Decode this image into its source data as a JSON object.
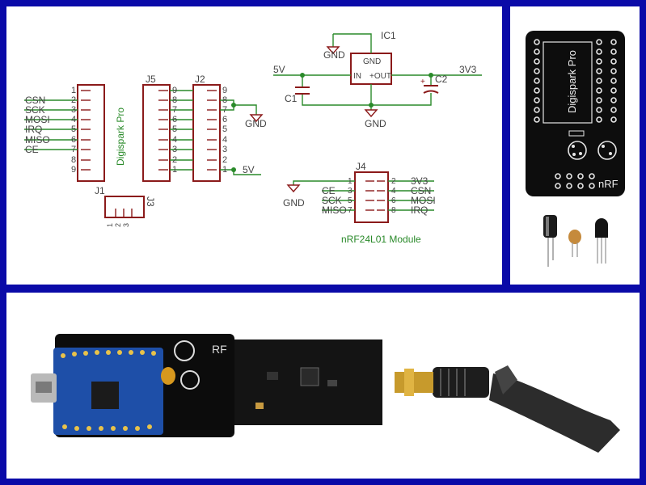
{
  "schematic": {
    "connector_left": {
      "pin_numbers": [
        "1",
        "2",
        "3",
        "4",
        "5",
        "6",
        "7",
        "8",
        "9"
      ],
      "signals": [
        "CSN",
        "SCK",
        "MOSI",
        "IRQ",
        "MISO",
        "CE"
      ],
      "board_label": "Digispark Pro"
    },
    "j5": {
      "label": "J5",
      "pins": [
        "9",
        "8",
        "7",
        "6",
        "5",
        "4",
        "3",
        "2",
        "1"
      ]
    },
    "j2": {
      "label": "J2",
      "pins": [
        "9",
        "8",
        "7",
        "6",
        "5",
        "4",
        "3",
        "2",
        "1"
      ]
    },
    "j1": {
      "label": "J1",
      "pins": [
        "1",
        "2",
        "3"
      ]
    },
    "j3": {
      "label": "J3"
    },
    "gnd": "GND",
    "v5": "5V",
    "v33": "3V3",
    "regulator": {
      "label": "IC1",
      "gnd": "GND",
      "in": "IN",
      "out": "+OUT"
    },
    "c1": "C1",
    "c2": "C2",
    "j4": {
      "label": "J4",
      "left_pins": [
        "1",
        "3",
        "5",
        "7"
      ],
      "right_pins": [
        "2",
        "4",
        "6",
        "8"
      ],
      "left_signals": [
        "CE",
        "SCK",
        "MISO"
      ],
      "right_signals": [
        "3V3",
        "CSN",
        "MOSI",
        "IRQ"
      ],
      "module_label": "nRF24L01 Module"
    }
  },
  "pcb": {
    "title": "Digispark Pro",
    "nrf_label": "nRF"
  },
  "photo": {
    "rf_label": "RF"
  },
  "colors": {
    "frame": "#0a0aa8",
    "part": "#8b1a1a",
    "wire": "#2a8a2a",
    "label": "#5a5a5a"
  }
}
